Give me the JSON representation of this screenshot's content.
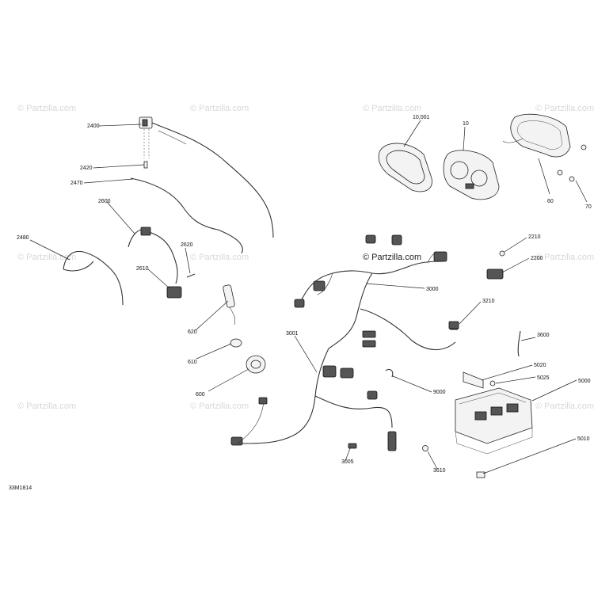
{
  "watermark": {
    "text": "© Partzilla.com"
  },
  "diagram_code": "33M1814",
  "callouts": {
    "c2400": "2400",
    "c2420": "2420",
    "c2470": "2470",
    "c2600": "2600",
    "c2480": "2480",
    "c2620": "2620",
    "c2610": "2610",
    "c620": "620",
    "c610": "610",
    "c600": "600",
    "c10001": "10,001",
    "c10": "10",
    "c60": "60",
    "c70": "70",
    "c2210": "2210",
    "c2200": "2200",
    "c3000": "3000",
    "c3210": "3210",
    "c3600": "3600",
    "c3001": "3001",
    "c9000": "9000",
    "c5020": "5020",
    "c5025": "5025",
    "c5000": "5000",
    "c3005": "3005",
    "c3610": "3610",
    "c5010": "5010"
  }
}
